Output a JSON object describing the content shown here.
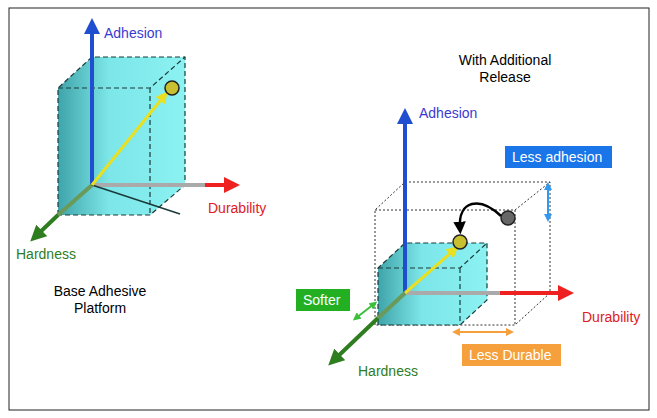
{
  "diagram": {
    "nodes": [
      {
        "text": [
          "Less adhesion"
        ]
      },
      {
        "text": [
          "Softer"
        ]
      },
      {
        "text": [
          "Less Durable"
        ]
      }
    ],
    "labels": [
      "Adhesion",
      "Durability",
      "Hardness",
      "Base Adhesive Platform",
      "With Additional Release",
      "Adhesion",
      "Durability",
      "Hardness"
    ]
  }
}
